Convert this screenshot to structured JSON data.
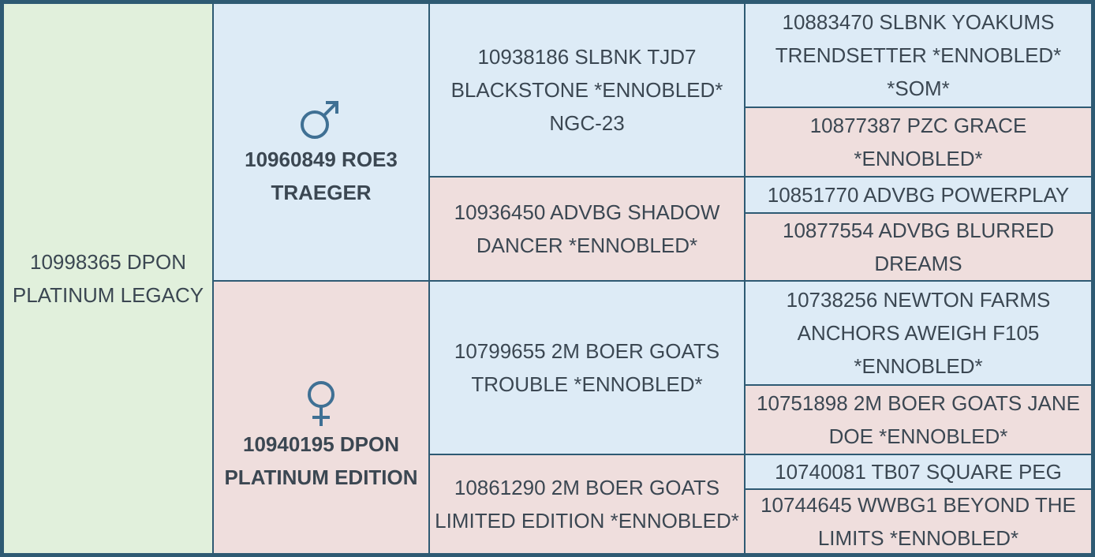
{
  "colors": {
    "border": "#2e5a73",
    "male_bg": "#ddebf6",
    "female_bg": "#efdedd",
    "subject_bg": "#e1f0dc",
    "text": "#3b4752",
    "symbol": "#3f7094"
  },
  "pedigree": {
    "subject": "10998365 DPON PLATINUM LEGACY",
    "sire": {
      "icon": "male-symbol",
      "name": "10960849 ROE3 TRAEGER",
      "sire": {
        "name": "10938186 SLBNK TJD7 BLACKSTONE *ENNOBLED* NGC-23",
        "sire": "10883470 SLBNK YOAKUMS TRENDSETTER *ENNOBLED* *SOM*",
        "dam": "10877387 PZC GRACE *ENNOBLED*"
      },
      "dam": {
        "name": "10936450 ADVBG SHADOW DANCER *ENNOBLED*",
        "sire": "10851770 ADVBG POWERPLAY",
        "dam": "10877554 ADVBG BLURRED DREAMS"
      }
    },
    "dam": {
      "icon": "female-symbol",
      "name": "10940195 DPON PLATINUM EDITION",
      "sire": {
        "name": "10799655 2M BOER GOATS TROUBLE *ENNOBLED*",
        "sire": "10738256 NEWTON FARMS ANCHORS AWEIGH F105 *ENNOBLED*",
        "dam": "10751898 2M BOER GOATS JANE DOE *ENNOBLED*"
      },
      "dam": {
        "name": "10861290 2M BOER GOATS LIMITED EDITION *ENNOBLED*",
        "sire": "10740081 TB07 SQUARE PEG",
        "dam": "10744645 WWBG1 BEYOND THE LIMITS *ENNOBLED*"
      }
    }
  }
}
